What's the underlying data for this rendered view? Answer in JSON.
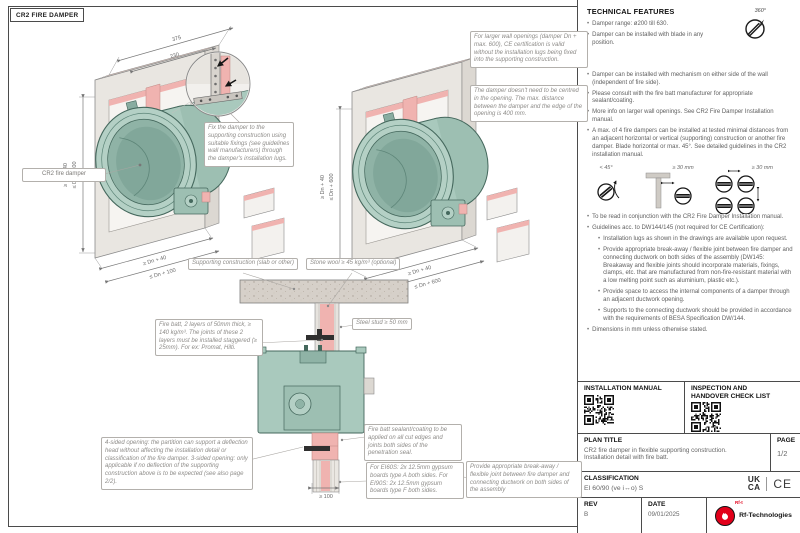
{
  "title": "CR2 FIRE DAMPER",
  "drawings": {
    "left": {
      "dim_375": "375",
      "dim_230": "230",
      "dim_20": "≥ 20",
      "dim_v1": "≥ Dn + 40",
      "dim_v2": "≤ Dn + 100",
      "dim_b1": "≥ Dn + 40",
      "dim_b2": "≤ Dn + 100",
      "damper_label": "CR2 fire damper",
      "lug_callout": "Fix the damper to the supporting construction using suitable fixings (see guidelines wall manufacturers) through the damper's installation lugs."
    },
    "right": {
      "dim_v1": "≥ Dn + 40",
      "dim_v2": "≤ Dn + 600",
      "dim_b1": "≥ Dn + 40",
      "dim_b2": "≤ Dn + 600",
      "note1": "For larger wall openings (damper Dn + max. 600), CE certification is valid without the installation lugs being fixed into the supporting construction.",
      "note2": "The damper doesn't need to be centred in the opening. The max. distance between the damper and the edge of the opening is 400 mm."
    },
    "section": {
      "label_support": "Supporting construction (slab or other)",
      "label_stonewool": "Stone wool ≥ 45 kg/m³ (optional)",
      "label_steelstud": "Steel stud ≥ 50 mm",
      "label_firebatt": "Fire batt, 2 layers of 50mm thick, ≥ 140 kg/m³. The joints of these 2 layers must be installed staggered (≥ 25mm). For ex: Promat, Hilti.",
      "label_sealant": "Fire batt sealant/coating to be applied on all cut edges and joints both sides of the penetration seal.",
      "label_gypsum": "For EI60S: 2x 12.5mm gypsum boards type A both sides. For EI90S: 2x 12.5mm gypsum boards type F both sides.",
      "label_breakaway": "Provide appropriate break-away / flexible joint between fire damper and connecting ductwork on both sides of the assembly",
      "label_opening": "4-sided opening: the partition can support a deflection head without affecting the installation detail or classification of the fire damper. 3-sided opening: only applicable if no deflection of the supporting construction above is to be expected (see also page 2/2).",
      "dim_100": "≥ 100"
    }
  },
  "panel": {
    "header": "TECHNICAL FEATURES",
    "bullets": [
      "Damper range: ø200 till 630.",
      "Damper can be installed with blade in any position.",
      "Damper can be installed with mechanism on either side of the wall (independent of fire side).",
      "Please consult with the fire batt manufacturer for appropriate sealant/coating.",
      "More info on larger wall openings. See CR2 Fire Damper Installation manual.",
      "A max. of 4 fire dampers can be installed at tested minimal distances from an adjacent horizontal or vertical (supporting) construction or another fire damper. Blade horizontal or max. 45°. See detailed guidelines in the CR2 installation manual."
    ],
    "rotation_label": "360°",
    "icon_row": {
      "angle": "< 45°",
      "wall_dist": "≥ 30 mm",
      "damper_dist": "≥ 30 mm"
    },
    "notes": [
      "To be read in conjunction with the CR2 Fire Damper Installation manual.",
      "Guidelines acc. to DW144/145 (not required for CE Certification):"
    ],
    "sub_notes": [
      "Installation lugs as shown in the drawings are available upon request.",
      "Provide appropriate break-away / flexible joint between fire damper and connecting ductwork on both sides of the assembly (DW145: Breakaway and flexible joints should incorporate materials, fixings, clamps, etc. that are manufactured from non-fire-resistant material with a low melting point such as aluminium, plastic etc.).",
      "Provide space to access the internal components of a damper through an adjacent ductwork opening.",
      "Supports to the connecting ductwork should be provided in accordance with the requirements of BESA Specification DW/144."
    ],
    "dimensions_note": "Dimensions in mm unless otherwise stated."
  },
  "titleblock": {
    "manual_label": "INSTALLATION MANUAL",
    "inspection_label": "INSPECTION AND HANDOVER CHECK LIST",
    "plan_title_label": "PLAN TITLE",
    "plan_title_line1": "CR2 fire damper in flexible supporting construction.",
    "plan_title_line2": "Installation detail with fire batt.",
    "page_label": "PAGE",
    "page_value": "1/2",
    "classification_label": "CLASSIFICATION",
    "classification_value": "EI 60/90 (ve i↔o) S",
    "rev_label": "REV",
    "rev_value": "B",
    "date_label": "DATE",
    "date_value": "09/01/2025",
    "rft_small": "Rf-t",
    "brand": "Rf-Technologies",
    "ukca_line1": "UK",
    "ukca_line2": "CA",
    "ce": "CE"
  },
  "colors": {
    "accent_red": "#e2001a",
    "damper_teal": "#a9c9bd",
    "batt_pink": "#f0b3b0"
  }
}
